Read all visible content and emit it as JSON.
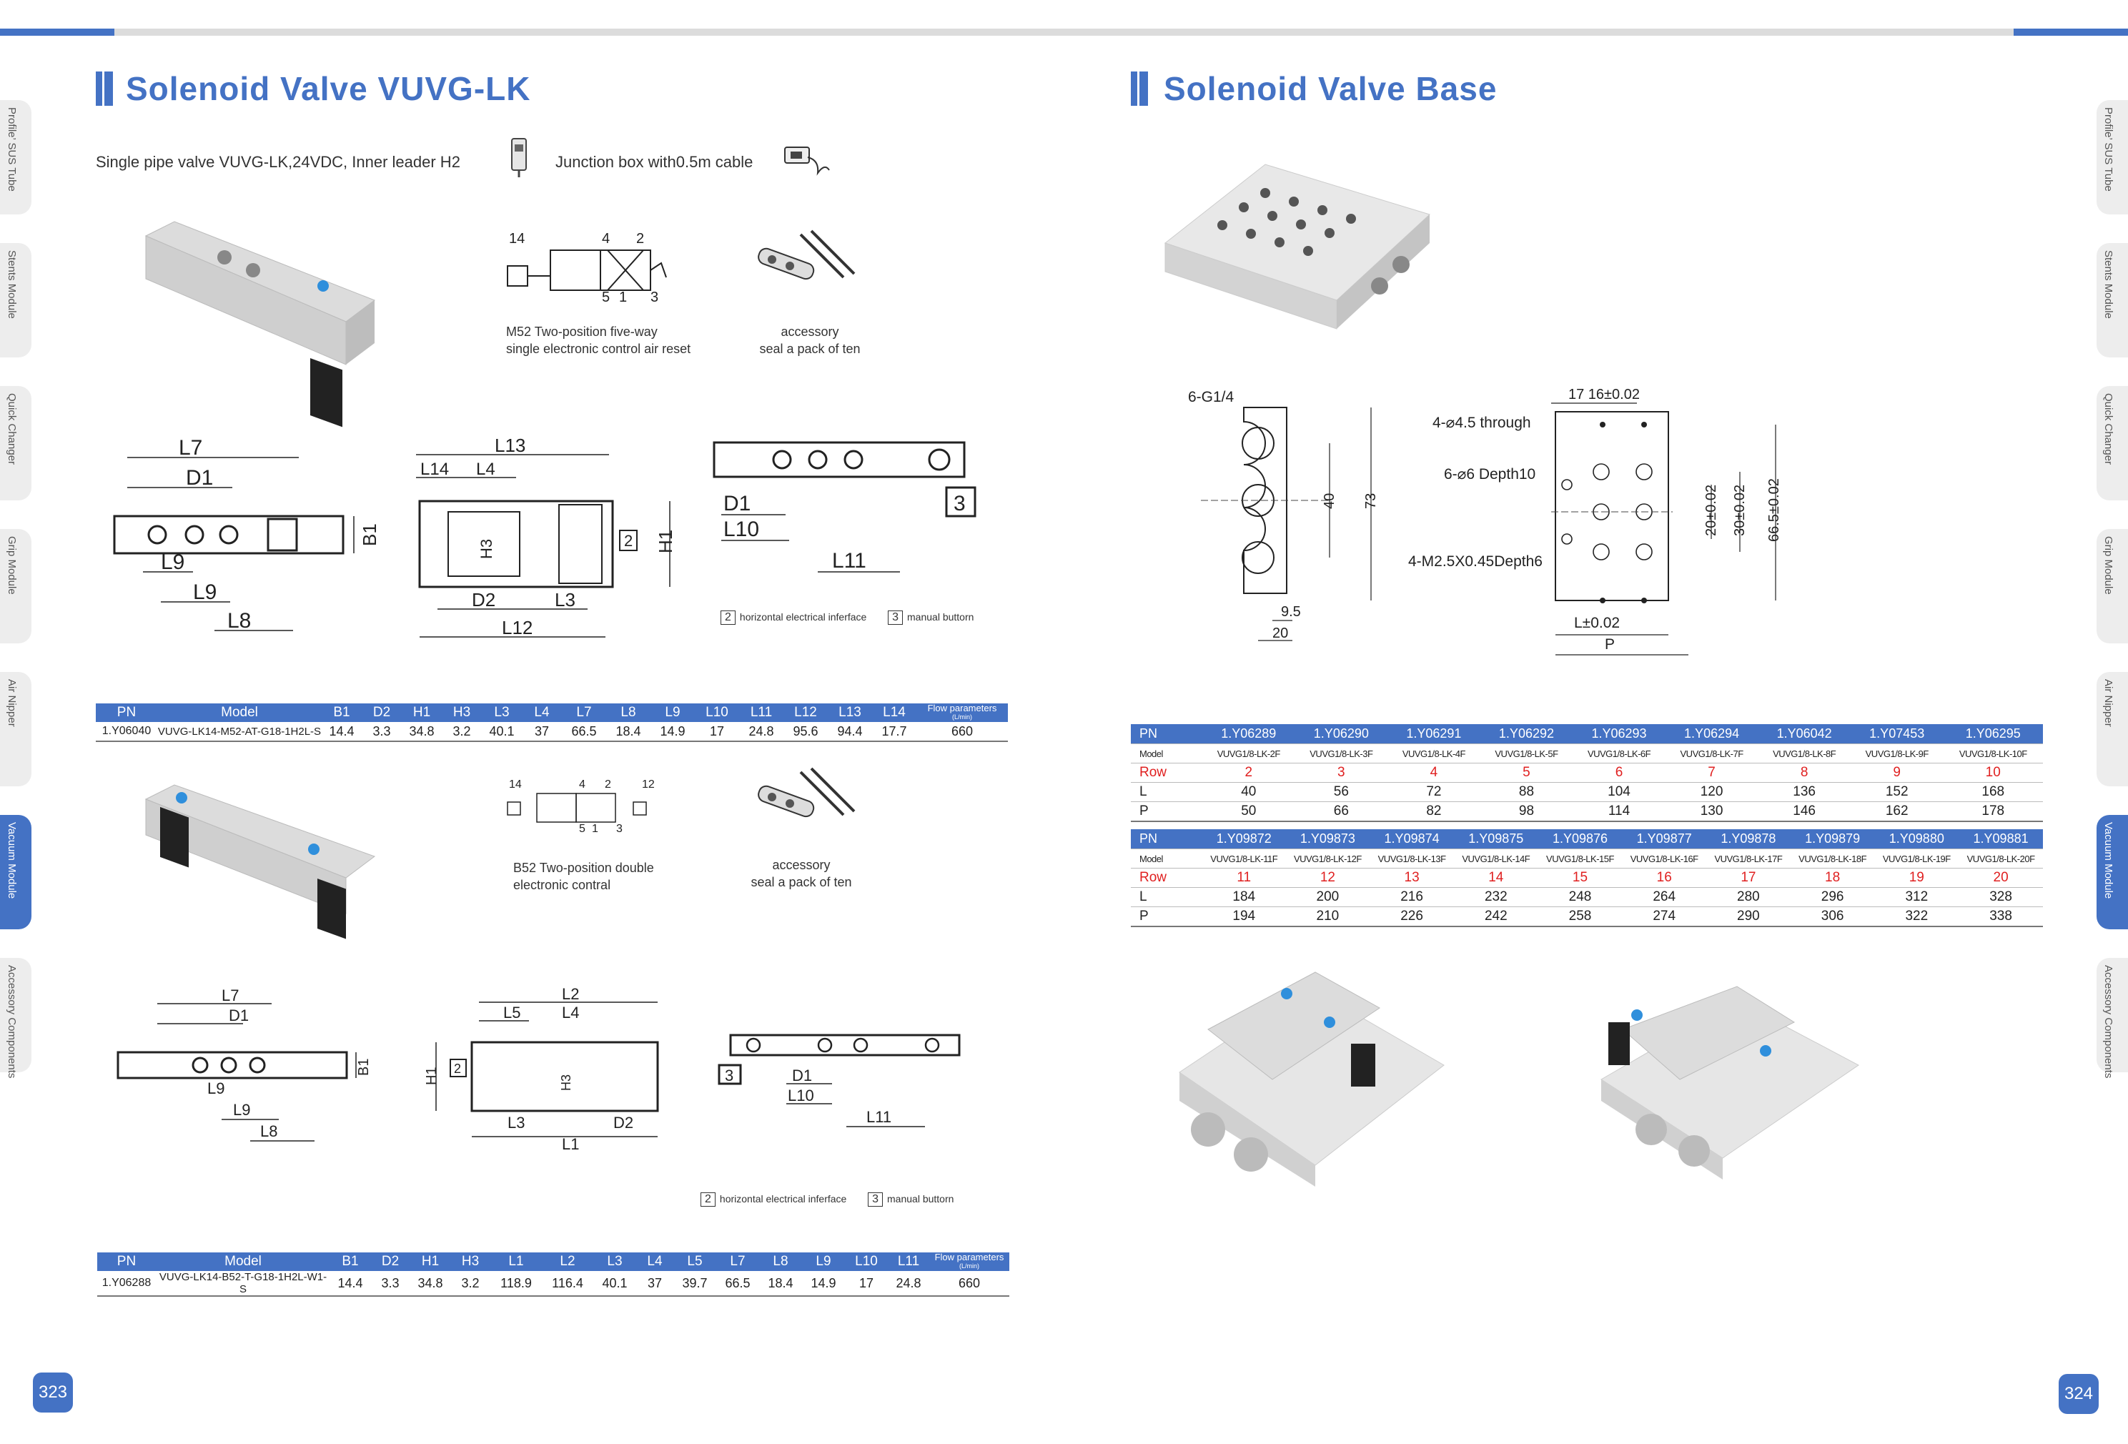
{
  "sidebar": {
    "items": [
      {
        "label": "Profile’ SUS Tube"
      },
      {
        "label": "Stents Module"
      },
      {
        "label": "Quick Changer"
      },
      {
        "label": "Grip Module"
      },
      {
        "label": "Air Nipper"
      },
      {
        "label": "Vacuum Module",
        "active": true
      },
      {
        "label": "Accessory Components"
      }
    ]
  },
  "left_page": {
    "title": "Solenoid Valve VUVG-LK",
    "page_number": "323",
    "intro_valve": "Single pipe valve VUVG-LK,24VDC, Inner leader H2",
    "intro_junction": "Junction box with0.5m cable",
    "symbol1_caption_1": "M52 Two-position five-way",
    "symbol1_caption_2": "single electronic control air reset",
    "accessory1_caption_1": "accessory",
    "accessory1_caption_2": "seal a pack of ten",
    "symbol2_caption_1": "B52 Two-position double",
    "symbol2_caption_2": "electronic contral",
    "accessory2_caption_1": "accessory",
    "accessory2_caption_2": "seal a pack of ten",
    "legend_2_num": "2",
    "legend_2_text": "horizontal electrical inferface",
    "legend_3_num": "3",
    "legend_3_text": "manual buttorn",
    "dims": {
      "L7": "L7",
      "D1": "D1",
      "B1": "B1",
      "L9": "L9",
      "L8": "L8",
      "L13": "L13",
      "L14": "L14",
      "L4": "L4",
      "H3": "H3",
      "H1": "H1",
      "D2": "D2",
      "L3": "L3",
      "L12": "L12",
      "L10": "L10",
      "L11": "L11",
      "L2": "L2",
      "L5": "L5",
      "L1": "L1",
      "port14": "14",
      "port4": "4",
      "port2": "2",
      "port5": "5",
      "port1": "1",
      "port3": "3",
      "port12": "12",
      "box2": "2",
      "box3": "3"
    },
    "table1": {
      "headers": [
        "PN",
        "Model",
        "B1",
        "D2",
        "H1",
        "H3",
        "L3",
        "L4",
        "L7",
        "L8",
        "L9",
        "L10",
        "L11",
        "L12",
        "L13",
        "L14"
      ],
      "flow_header": "Flow parameters",
      "flow_unit": "(L/min)",
      "row": [
        "1.Y06040",
        "VUVG-LK14-M52-AT-G18-1H2L-S",
        "14.4",
        "3.3",
        "34.8",
        "3.2",
        "40.1",
        "37",
        "66.5",
        "18.4",
        "14.9",
        "17",
        "24.8",
        "95.6",
        "94.4",
        "17.7",
        "660"
      ]
    },
    "table2": {
      "headers": [
        "PN",
        "Model",
        "B1",
        "D2",
        "H1",
        "H3",
        "L1",
        "L2",
        "L3",
        "L4",
        "L5",
        "L7",
        "L8",
        "L9",
        "L10",
        "L11"
      ],
      "flow_header": "Flow parameters",
      "flow_unit": "(L/min)",
      "row": [
        "1.Y06288",
        "VUVG-LK14-B52-T-G18-1H2L-W1-S",
        "14.4",
        "3.3",
        "34.8",
        "3.2",
        "118.9",
        "116.4",
        "40.1",
        "37",
        "39.7",
        "66.5",
        "18.4",
        "14.9",
        "17",
        "24.8",
        "660"
      ]
    }
  },
  "right_page": {
    "title": "Solenoid Valve Base",
    "page_number": "324",
    "drawing": {
      "g14": "6-G1/4",
      "d40": "40",
      "d73": "73",
      "d95": "9.5",
      "d20": "20",
      "top_dim": "17  16±0.02",
      "through": "4-⌀4.5 through",
      "depth10": "6-⌀6 Depth10",
      "m25": "4-M2.5X0.45Depth6",
      "v20": "20±0.02",
      "v30": "30±0.02",
      "v665": "66.5±0.02",
      "l002": "L±0.02",
      "p": "P"
    },
    "table_a": {
      "pn_label": "PN",
      "model_label": "Model",
      "row_label": "Row",
      "l_label": "L",
      "p_label": "P",
      "pn": [
        "1.Y06289",
        "1.Y06290",
        "1.Y06291",
        "1.Y06292",
        "1.Y06293",
        "1.Y06294",
        "1.Y06042",
        "1.Y07453",
        "1.Y06295"
      ],
      "model": [
        "VUVG1/8-LK-2F",
        "VUVG1/8-LK-3F",
        "VUVG1/8-LK-4F",
        "VUVG1/8-LK-5F",
        "VUVG1/8-LK-6F",
        "VUVG1/8-LK-7F",
        "VUVG1/8-LK-8F",
        "VUVG1/8-LK-9F",
        "VUVG1/8-LK-10F"
      ],
      "row": [
        "2",
        "3",
        "4",
        "5",
        "6",
        "7",
        "8",
        "9",
        "10"
      ],
      "L": [
        "40",
        "56",
        "72",
        "88",
        "104",
        "120",
        "136",
        "152",
        "168"
      ],
      "P": [
        "50",
        "66",
        "82",
        "98",
        "114",
        "130",
        "146",
        "162",
        "178"
      ]
    },
    "table_b": {
      "pn_label": "PN",
      "model_label": "Model",
      "row_label": "Row",
      "l_label": "L",
      "p_label": "P",
      "pn": [
        "1.Y09872",
        "1.Y09873",
        "1.Y09874",
        "1.Y09875",
        "1.Y09876",
        "1.Y09877",
        "1.Y09878",
        "1.Y09879",
        "1.Y09880",
        "1.Y09881"
      ],
      "model": [
        "VUVG1/8-LK-11F",
        "VUVG1/8-LK-12F",
        "VUVG1/8-LK-13F",
        "VUVG1/8-LK-14F",
        "VUVG1/8-LK-15F",
        "VUVG1/8-LK-16F",
        "VUVG1/8-LK-17F",
        "VUVG1/8-LK-18F",
        "VUVG1/8-LK-19F",
        "VUVG1/8-LK-20F"
      ],
      "row": [
        "11",
        "12",
        "13",
        "14",
        "15",
        "16",
        "17",
        "18",
        "19",
        "20"
      ],
      "L": [
        "184",
        "200",
        "216",
        "232",
        "248",
        "264",
        "280",
        "296",
        "312",
        "328"
      ],
      "P": [
        "194",
        "210",
        "226",
        "242",
        "258",
        "274",
        "290",
        "306",
        "322",
        "338"
      ]
    }
  }
}
